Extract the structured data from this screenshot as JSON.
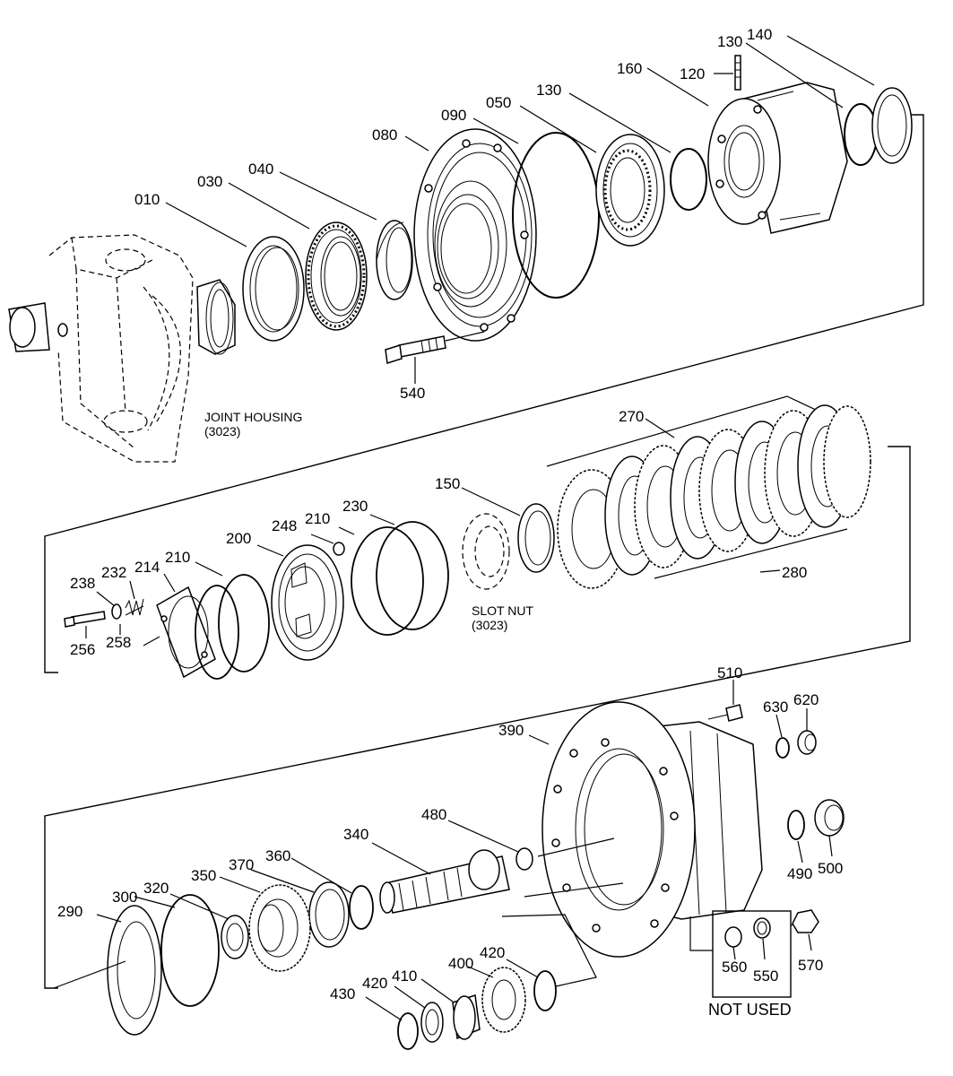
{
  "notes": {
    "joint_housing": "JOINT HOUSING",
    "joint_housing_ref": "(3023)",
    "slot_nut": "SLOT NUT",
    "slot_nut_ref": "(3023)",
    "not_used": "NOT USED"
  },
  "parts": {
    "p010": "010",
    "p030": "030",
    "p040": "040",
    "p050": "050",
    "p080": "080",
    "p090": "090",
    "p120": "120",
    "p130a": "130",
    "p130b": "130",
    "p140": "140",
    "p160": "160",
    "p540": "540",
    "p150": "150",
    "p200": "200",
    "p210a": "210",
    "p210b": "210",
    "p214": "214",
    "p230": "230",
    "p232": "232",
    "p238": "238",
    "p248": "248",
    "p256": "256",
    "p258": "258",
    "p270": "270",
    "p280": "280",
    "p290": "290",
    "p300": "300",
    "p320": "320",
    "p340": "340",
    "p350": "350",
    "p360": "360",
    "p370": "370",
    "p390": "390",
    "p400": "400",
    "p410": "410",
    "p420a": "420",
    "p420b": "420",
    "p430": "430",
    "p480": "480",
    "p490": "490",
    "p500": "500",
    "p510": "510",
    "p550": "550",
    "p560": "560",
    "p570": "570",
    "p620": "620",
    "p630": "630"
  }
}
